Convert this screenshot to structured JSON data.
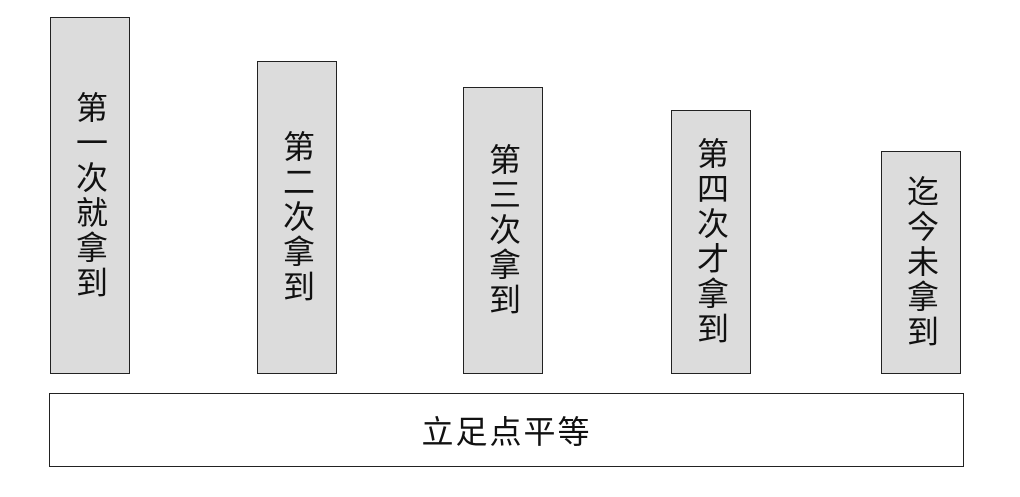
{
  "bars": [
    {
      "label": "第一次就拿到"
    },
    {
      "label": "第二次拿到"
    },
    {
      "label": "第三次拿到"
    },
    {
      "label": "第四次才拿到"
    },
    {
      "label": "迄今未拿到"
    }
  ],
  "base": {
    "label": "立足点平等"
  },
  "colors": {
    "bar_fill": "#dcdcdc",
    "border": "#222222",
    "base_fill": "#ffffff"
  }
}
